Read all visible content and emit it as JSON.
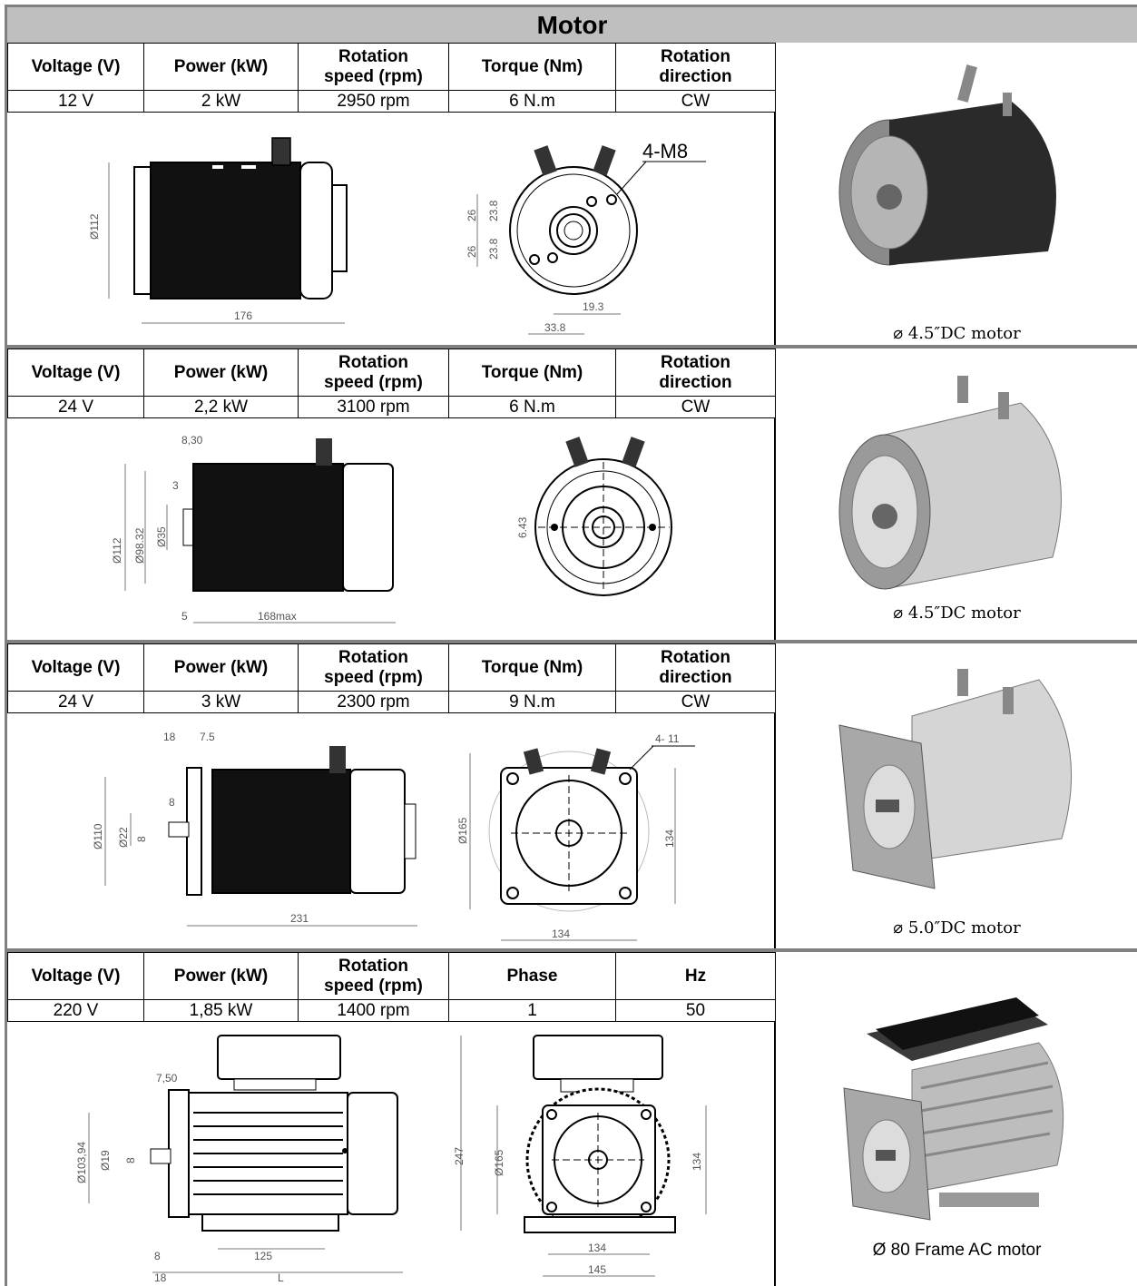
{
  "title": "Motor",
  "headers_dc": [
    "Voltage (V)",
    "Power (kW)",
    "Rotation\nspeed (rpm)",
    "Torque (Nm)",
    "Rotation\ndirection"
  ],
  "headers_ac": [
    "Voltage (V)",
    "Power (kW)",
    "Rotation\nspeed (rpm)",
    "Phase",
    "Hz"
  ],
  "motors": [
    {
      "row": [
        "12 V",
        "2 kW",
        "2950 rpm",
        "6 N.m",
        "CW"
      ],
      "caption": "⌀ 4.5″DC motor",
      "dims": {
        "dia": "Ø112",
        "len": "176",
        "holes": "4-M8",
        "a": "26",
        "b": "23.8",
        "c": "26",
        "d": "23.8",
        "e": "19.3",
        "f": "33.8"
      }
    },
    {
      "row": [
        "24 V",
        "2,2 kW",
        "3100 rpm",
        "6 N.m",
        "CW"
      ],
      "caption": "⌀ 4.5″DC motor",
      "dims": {
        "top": "8,30",
        "three": "3",
        "dia1": "Ø112",
        "dia2": "Ø98.32",
        "dia3": "Ø35",
        "five": "5",
        "len": "168max",
        "side": "6.43"
      }
    },
    {
      "row": [
        "24 V",
        "3 kW",
        "2300 rpm",
        "9 N.m",
        "CW"
      ],
      "caption": "⌀ 5.0″DC motor",
      "dims": {
        "t1": "18",
        "t2": "7.5",
        "eight": "8",
        "dia1": "Ø110",
        "dia2": "Ø22",
        "eight2": "8",
        "len": "231",
        "holes": "4- 11",
        "dia3": "Ø165",
        "sq": "134",
        "sqb": "134"
      }
    },
    {
      "row": [
        "220 V",
        "1,85 kW",
        "1400 rpm",
        "1",
        "50"
      ],
      "caption": "Ø  80   Frame AC motor",
      "dims": {
        "t": "7,50",
        "dia1": "Ø103,94",
        "dia2": "Ø19",
        "eight": "8",
        "h": "247",
        "b1": "8",
        "b2": "18",
        "w1": "125",
        "w2": "L",
        "dia3": "Ø165",
        "side": "134",
        "w3": "134",
        "w4": "145"
      }
    }
  ]
}
